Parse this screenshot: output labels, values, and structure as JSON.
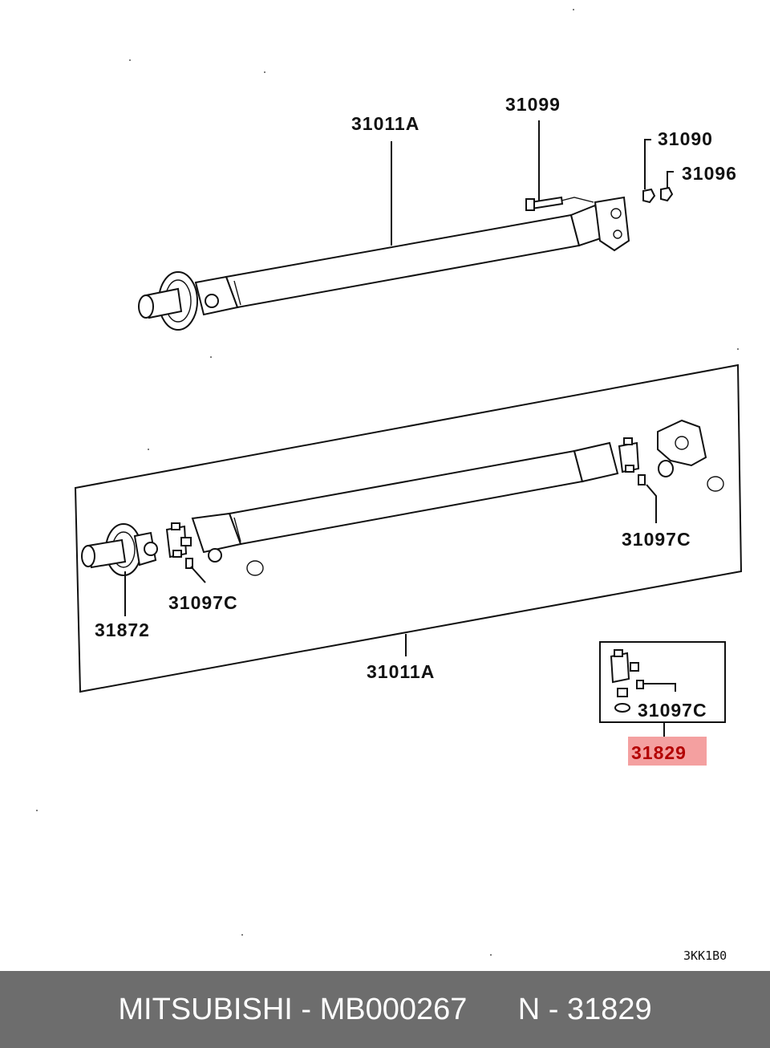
{
  "labels": {
    "upper_shaft": "31011A",
    "bolt": "31099",
    "nut_a": "31090",
    "nut_b": "31096",
    "grease_right": "31097C",
    "grease_left": "31097C",
    "bearing": "31872",
    "lower_shaft": "31011A",
    "kit_grease": "31097C",
    "kit": "31829"
  },
  "drawing_code": "3KK1B0",
  "footer": {
    "text": "MITSUBISHI - MB000267      N - 31829"
  },
  "colors": {
    "highlight": "#f4a0a0",
    "footer_bg": "#6d6d6d"
  }
}
